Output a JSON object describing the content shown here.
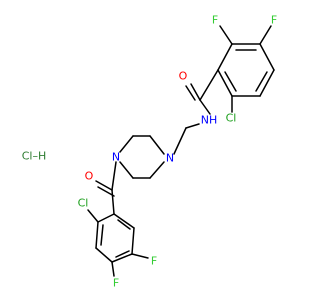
{
  "molecule": {
    "atom_labels": {
      "f_top_left": "F",
      "f_top_right": "F",
      "cl_top": "Cl",
      "o_top": "O",
      "nh": "NH",
      "n_piperazine_right": "N",
      "n_piperazine_left": "N",
      "o_bottom": "O",
      "cl_bottom": "Cl",
      "f_bottom_right": "F",
      "f_bottom_left": "F"
    },
    "salt_label": "Cl–H",
    "colors": {
      "bond": "#000000",
      "carbon": "#000000",
      "nitrogen": "#0000ff",
      "oxygen": "#ff0000",
      "fluorine": "#33cc33",
      "chlorine": "#1fa01f",
      "hcl_label": "#2e7d32"
    }
  }
}
